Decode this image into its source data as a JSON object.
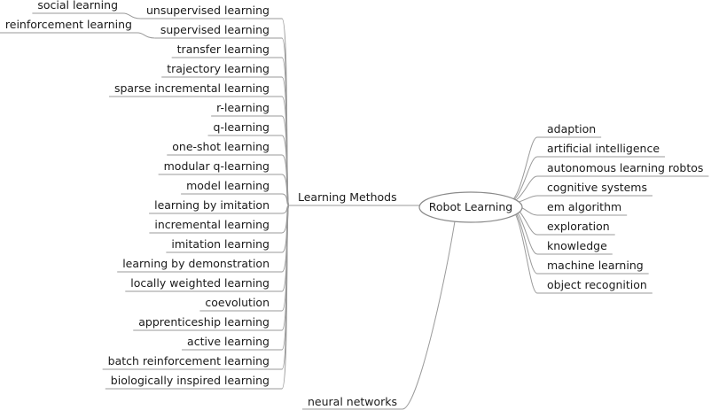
{
  "root": {
    "label": "Robot Learning"
  },
  "learning_methods": {
    "label": "Learning Methods",
    "children": [
      {
        "label": "unsupervised learning",
        "children": [
          {
            "label": "social learning"
          }
        ]
      },
      {
        "label": "supervised learning",
        "children": [
          {
            "label": "reinforcement learning"
          }
        ]
      },
      {
        "label": "transfer learning"
      },
      {
        "label": "trajectory learning"
      },
      {
        "label": "sparse incremental learning"
      },
      {
        "label": "r-learning"
      },
      {
        "label": "q-learning"
      },
      {
        "label": "one-shot learning"
      },
      {
        "label": "modular q-learning"
      },
      {
        "label": "model learning"
      },
      {
        "label": "learning by imitation"
      },
      {
        "label": "incremental learning"
      },
      {
        "label": "imitation learning"
      },
      {
        "label": "learning by demonstration"
      },
      {
        "label": "locally weighted learning"
      },
      {
        "label": "coevolution"
      },
      {
        "label": "apprenticeship learning"
      },
      {
        "label": "active learning"
      },
      {
        "label": "batch reinforcement learning"
      },
      {
        "label": "biologically inspired learning"
      }
    ]
  },
  "neural_networks": {
    "label": "neural networks"
  },
  "right_topics": [
    {
      "label": "adaption"
    },
    {
      "label": "artificial intelligence"
    },
    {
      "label": "autonomous learning robtos"
    },
    {
      "label": "cognitive systems"
    },
    {
      "label": "em algorithm"
    },
    {
      "label": "exploration"
    },
    {
      "label": "knowledge"
    },
    {
      "label": "machine learning"
    },
    {
      "label": "object recognition"
    }
  ]
}
